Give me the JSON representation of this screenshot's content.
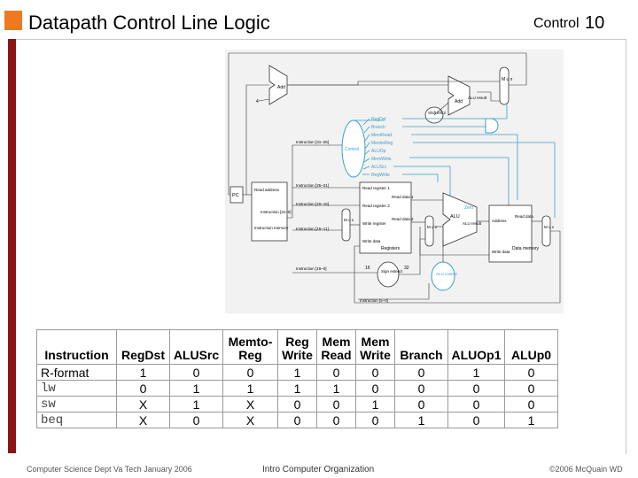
{
  "slide": {
    "title": "Datapath Control Line Logic",
    "control_label": "Control",
    "slide_number": "10",
    "accent_color": "#f07820",
    "bar_color": "#8b1414"
  },
  "diagram": {
    "labels": {
      "add1": "Add",
      "four": "4",
      "add2": "Add",
      "alu_result_top": "ALU result",
      "shift_left": "Shift left 2",
      "pc": "PC",
      "read_address": "Read address",
      "instr_31_0": "Instruction [31–0]",
      "instruction_memory": "Instruction memory",
      "instr_31_26": "Instruction [31–26]",
      "control": "Control",
      "instr_25_21": "Instruction [25–21]",
      "instr_20_16": "Instruction [20–16]",
      "instr_15_11": "Instruction [15–11]",
      "instr_15_0": "Instruction [15–0]",
      "instr_5_0": "Instruction [5–0]",
      "read_reg1": "Read register 1",
      "read_reg2": "Read register 2",
      "write_reg": "Write register",
      "write_data": "Write data",
      "read_data1": "Read data 1",
      "read_data2": "Read data 2",
      "registers": "Registers",
      "sign_extend": "Sign extend",
      "sixteen": "16",
      "thirtytwo": "32",
      "alu_control": "ALU control",
      "zero": "Zero",
      "alu": "ALU",
      "alu_result": "ALU result",
      "address": "Address",
      "read_data": "Read data",
      "write_data_mem": "Write data",
      "data_memory": "Data memory",
      "mux": "M u x",
      "control_signals": [
        "RegDst",
        "Branch",
        "MemRead",
        "MemtoReg",
        "ALUOp",
        "MemWrite",
        "ALUSrc",
        "RegWrite"
      ]
    }
  },
  "table": {
    "headers": [
      [
        "Instruction"
      ],
      [
        "RegDst"
      ],
      [
        "ALUSrc"
      ],
      [
        "Memto-",
        "Reg"
      ],
      [
        "Reg",
        "Write"
      ],
      [
        "Mem",
        "Read"
      ],
      [
        "Mem",
        "Write"
      ],
      [
        "Branch"
      ],
      [
        "ALUOp1"
      ],
      [
        "ALUp0"
      ]
    ],
    "rows": [
      [
        "R-format",
        "1",
        "0",
        "0",
        "1",
        "0",
        "0",
        "0",
        "1",
        "0"
      ],
      [
        "lw",
        "0",
        "1",
        "1",
        "1",
        "1",
        "0",
        "0",
        "0",
        "0"
      ],
      [
        "sw",
        "X",
        "1",
        "X",
        "0",
        "0",
        "1",
        "0",
        "0",
        "0"
      ],
      [
        "beq",
        "X",
        "0",
        "X",
        "0",
        "0",
        "0",
        "1",
        "0",
        "1"
      ]
    ]
  },
  "footer": {
    "left": "Computer Science Dept Va Tech January 2006",
    "center": "Intro Computer Organization",
    "right": "©2006 McQuain WD"
  }
}
